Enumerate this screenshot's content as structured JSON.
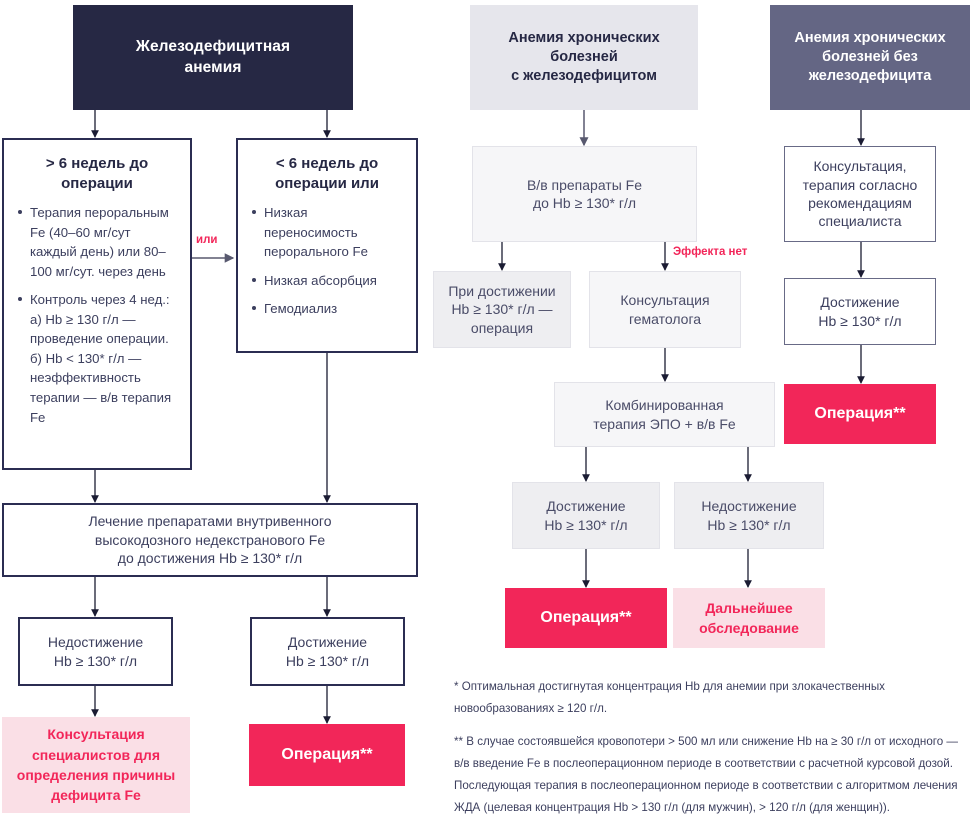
{
  "diagram": {
    "title_hidden": "Алгоритм лечения анемии перед операцией",
    "colors": {
      "navy": "#262844",
      "slate": "#646684",
      "gray_header": "#e6e6ec",
      "crimson": "#f22659",
      "pink": "#fadfe6",
      "light_gray_box": "#f6f6f8",
      "text": "#3c3f5e"
    }
  },
  "column_ida": {
    "header": {
      "line1": "Железодефицитная",
      "line2": "анемия"
    },
    "branch_long": {
      "title_line1": "> 6 недель до",
      "title_line2": "операции",
      "bullets": [
        "Терапия пероральным Fe (40–60 мг/сут каждый день) или 80–100 мг/сут. через день",
        "Контроль через 4 нед.: а) Hb ≥ 130 г/л — проведение операции. б) Hb < 130* г/л — неэффективность терапии — в/в терапия Fe"
      ]
    },
    "branch_short": {
      "title_line1": "< 6 недель до",
      "title_line2": "операции или",
      "bullets": [
        "Низкая переносимость перорального Fe",
        "Низкая абсорбция",
        "Гемодиализ"
      ]
    },
    "edge_label_or": "или",
    "iv_treatment": {
      "line1": "Лечение препаратами внутривенного",
      "line2": "высокодозного недекстранового Fe",
      "line3": "до достижения Hb ≥ 130* г/л"
    },
    "outcome_fail": {
      "line1": "Недостижение",
      "line2": "Hb ≥ 130* г/л"
    },
    "outcome_ok": {
      "line1": "Достижение",
      "line2": "Hb ≥ 130* г/л"
    },
    "result_fail": {
      "line1": "Консультация",
      "line2": "специалистов для",
      "line3": "определения причины",
      "line4": "дефицита Fe"
    },
    "result_ok": {
      "line1": "Операция**"
    }
  },
  "column_acd_id": {
    "header": {
      "line1": "Анемия хронических",
      "line2": "болезней",
      "line3": "с железодефицитом"
    },
    "iv_fe": {
      "line1": "В/в препараты Fe",
      "line2": "до Hb ≥ 130* г/л"
    },
    "edge_label_no_effect": "Эффекта нет",
    "on_success": {
      "line1": "При достижении",
      "line2": "Hb ≥ 130* г/л —",
      "line3": "операция"
    },
    "hematologist": {
      "line1": "Консультация",
      "line2": "гематолога"
    },
    "combined": {
      "line1": "Комбинированная",
      "line2": "терапия ЭПО + в/в Fe"
    },
    "outcome_ok": {
      "line1": "Достижение",
      "line2": "Hb ≥ 130* г/л"
    },
    "outcome_fail": {
      "line1": "Недостижение",
      "line2": "Hb ≥ 130* г/л"
    },
    "result_ok": {
      "line1": "Операция**"
    },
    "result_fail": {
      "line1": "Дальнейшее",
      "line2": "обследование"
    }
  },
  "column_acd_noid": {
    "header": {
      "line1": "Анемия хронических",
      "line2": "болезней без",
      "line3": "железодефицита"
    },
    "consult": {
      "line1": "Консультация,",
      "line2": "терапия согласно",
      "line3": "рекомендациям",
      "line4": "специалиста"
    },
    "outcome_ok": {
      "line1": "Достижение",
      "line2": "Hb ≥ 130* г/л"
    },
    "result_ok": {
      "line1": "Операция**"
    }
  },
  "footnotes": {
    "note1": "* Оптимальная достигнутая концентрация Hb для анемии при злокачественных новообразованиях ≥ 120 г/л.",
    "note2": "** В случае состоявшейся кровопотери > 500 мл или снижение Hb на ≥ 30 г/л от исходного — в/в введение Fe в послеоперационном периоде в соответствии с расчетной курсовой дозой. Последующая терапия в послеоперационном периоде в соответствии с алгоритмом лечения ЖДА (целевая концентрация Hb > 130 г/л (для мужчин), > 120 г/л (для женщин))."
  }
}
